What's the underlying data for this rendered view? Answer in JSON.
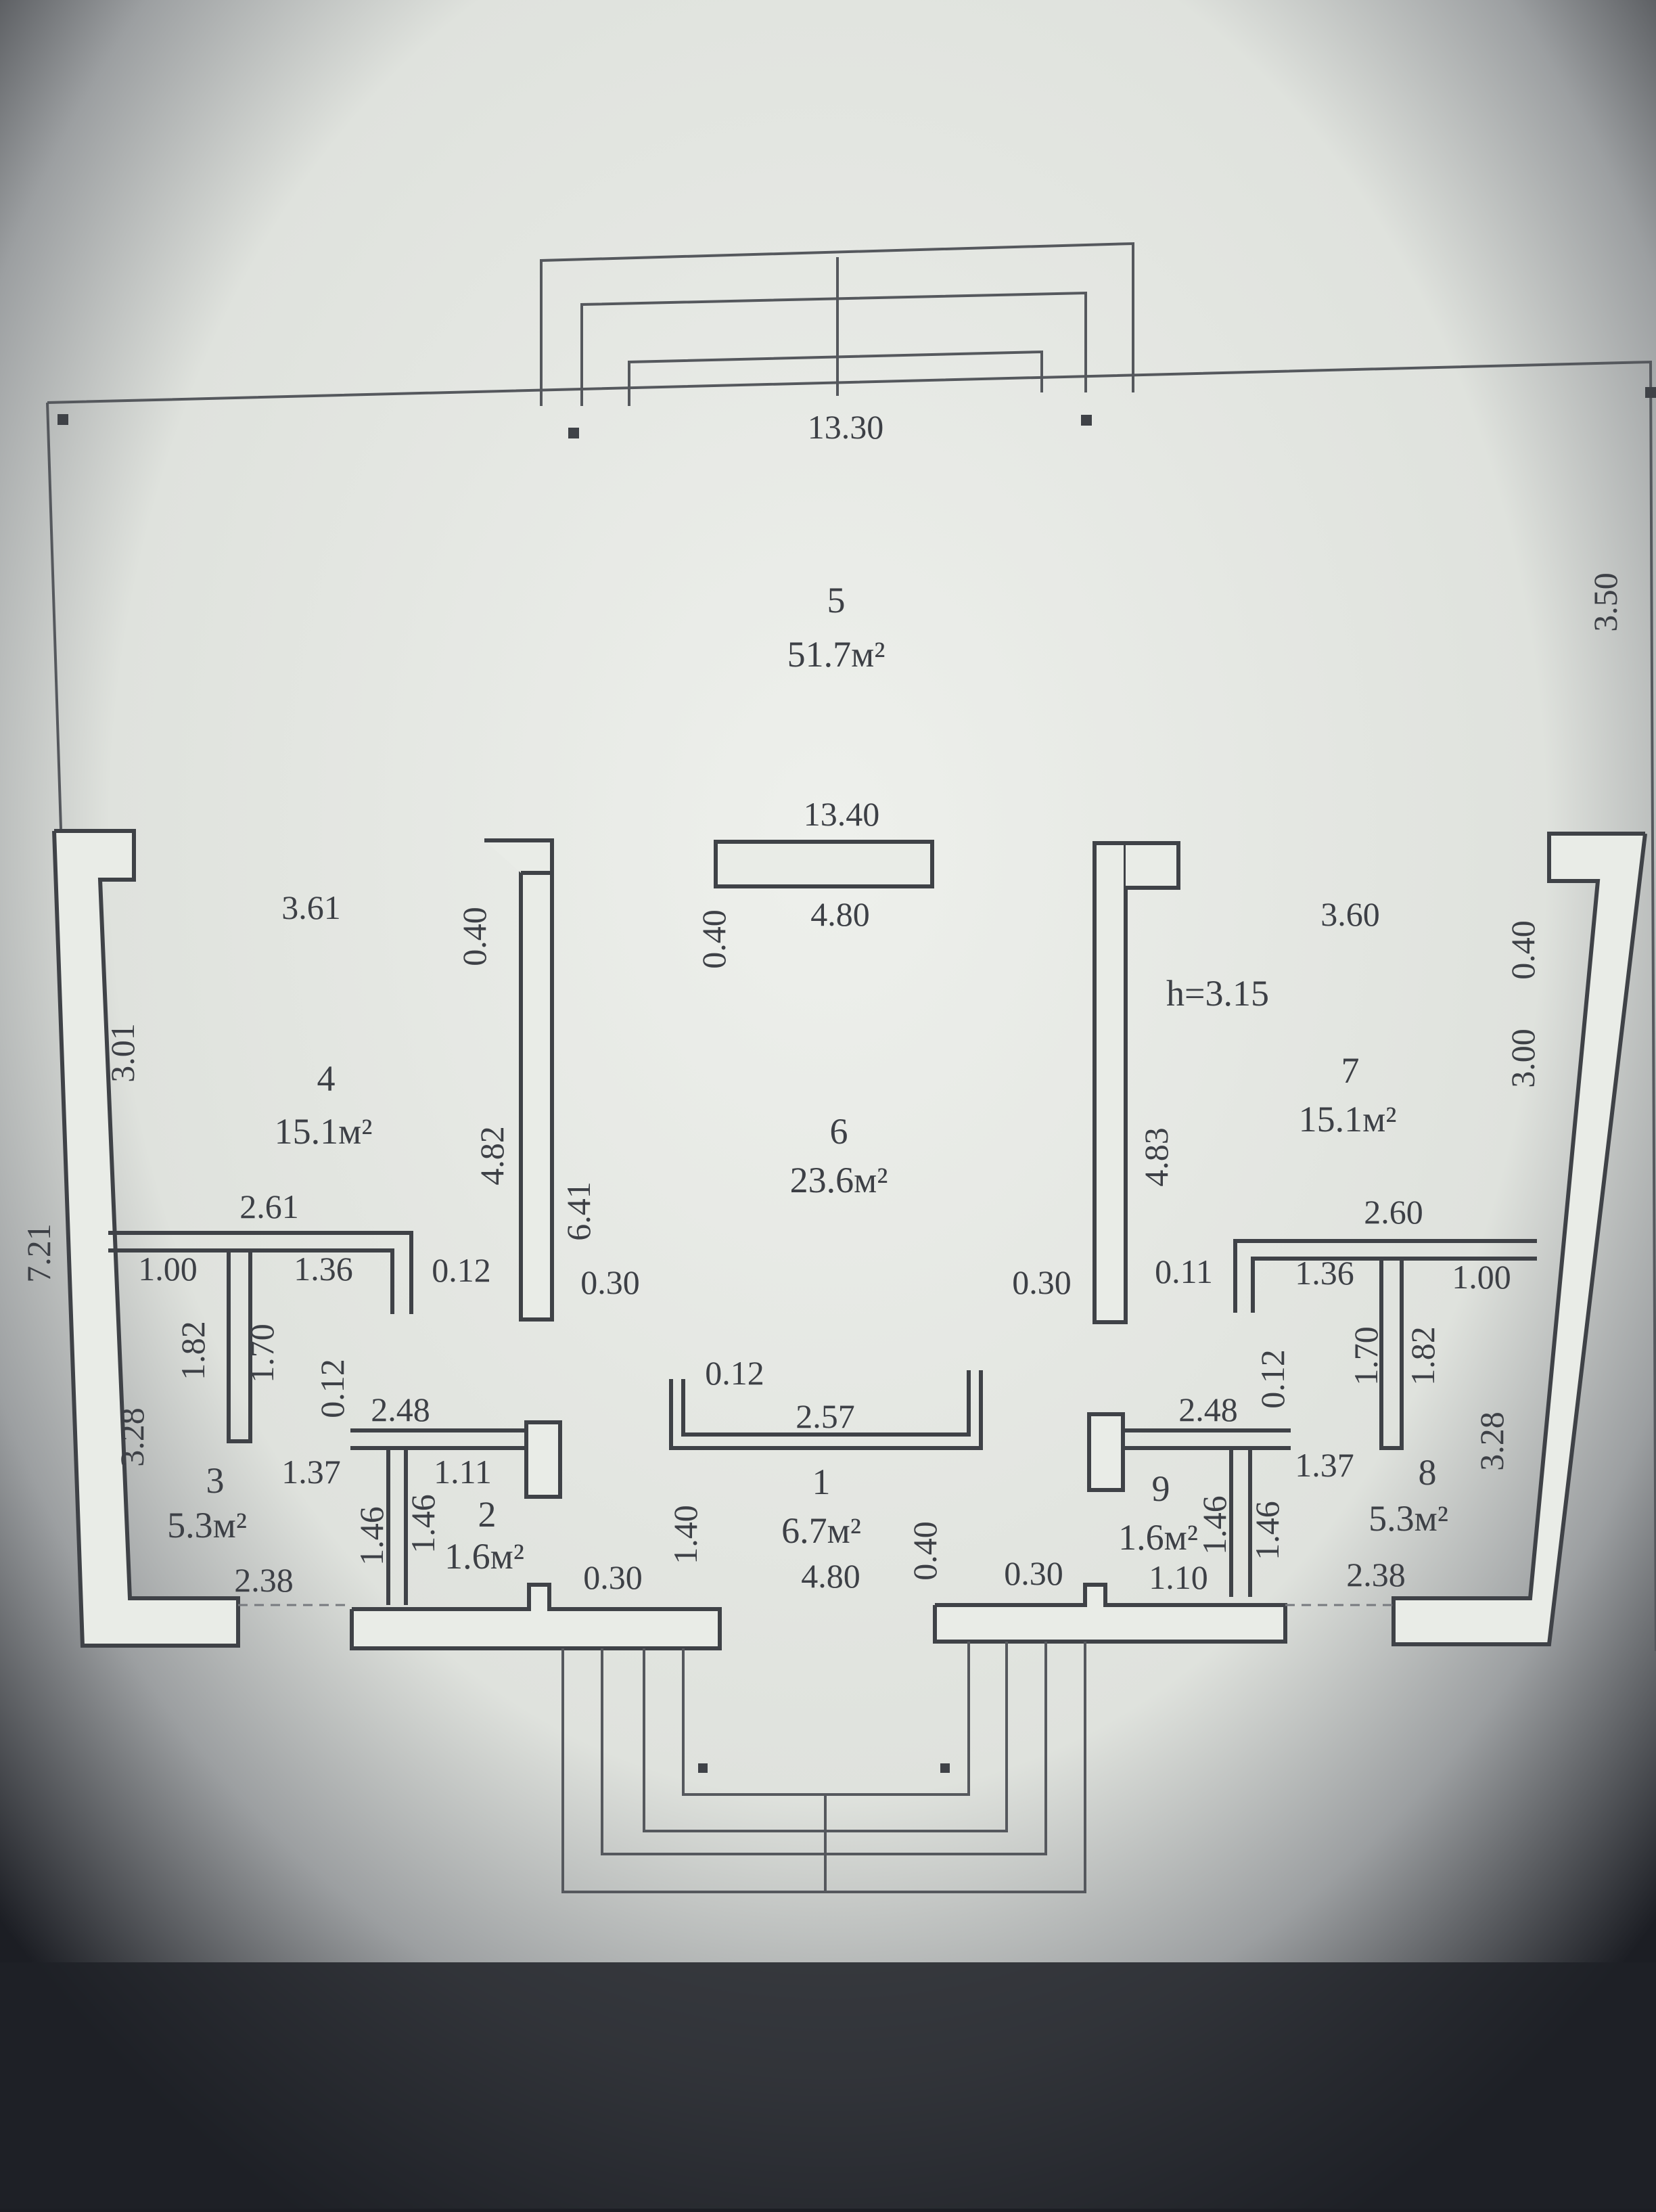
{
  "colors": {
    "paper": "#e9ece7",
    "ink": "#3d4046",
    "background_dark": "#1c1e24"
  },
  "rooms": [
    {
      "number": "1",
      "area": "6.7м²"
    },
    {
      "number": "2",
      "area": "1.6м²"
    },
    {
      "number": "3",
      "area": "5.3м²"
    },
    {
      "number": "4",
      "area": "15.1м²"
    },
    {
      "number": "5",
      "area": "51.7м²"
    },
    {
      "number": "6",
      "area": "23.6м²"
    },
    {
      "number": "7",
      "area": "15.1м²"
    },
    {
      "number": "8",
      "area": "5.3м²"
    },
    {
      "number": "9",
      "area": "1.6м²"
    }
  ],
  "ceiling_height": "h=3.15",
  "dimensions": {
    "top_width": "13.30",
    "inner_width": "13.40",
    "right_edge": "3.50",
    "left_edge": "7.21",
    "center_block": "4.80",
    "center_block_thick": "0.40",
    "left_wall_thick": "0.40",
    "left_room_width": "3.61",
    "right_room_width": "3.60",
    "right_wall_thick": "0.40",
    "left_outer_height": "3.01",
    "right_outer_height": "3.00",
    "left_partition_len": "4.82",
    "right_partition_len": "4.83",
    "left_total_height": "6.41",
    "left_room_bottom": "2.61",
    "right_room_bottom": "2.60",
    "left_1_00": "1.00",
    "right_1_00": "1.00",
    "left_1_36": "1.36",
    "right_1_36": "1.36",
    "left_0_12": "0.12",
    "right_0_11": "0.11",
    "left_0_30": "0.30",
    "right_0_30": "0.30",
    "left_1_82": "1.82",
    "right_1_82": "1.82",
    "left_1_70": "1.70",
    "right_1_70": "1.70",
    "left_small_012": "0.12",
    "right_small_012": "0.12",
    "left_2_48": "2.48",
    "right_2_48": "2.48",
    "left_3_28": "3.28",
    "right_3_28": "3.28",
    "left_1_37": "1.37",
    "right_1_37": "1.37",
    "left_1_11": "1.11",
    "right_1_10": "1.10",
    "left_1_46_a": "1.46",
    "left_1_46_b": "1.46",
    "right_1_46_a": "1.46",
    "right_1_46_b": "1.46",
    "left_2_38": "2.38",
    "right_2_38": "2.38",
    "left_bottom_030": "0.30",
    "right_bottom_030": "0.30",
    "hall_1_40": "1.40",
    "hall_0_40": "0.40",
    "hall_bottom": "4.80",
    "hall_top_012": "0.12",
    "hall_top": "2.57"
  }
}
